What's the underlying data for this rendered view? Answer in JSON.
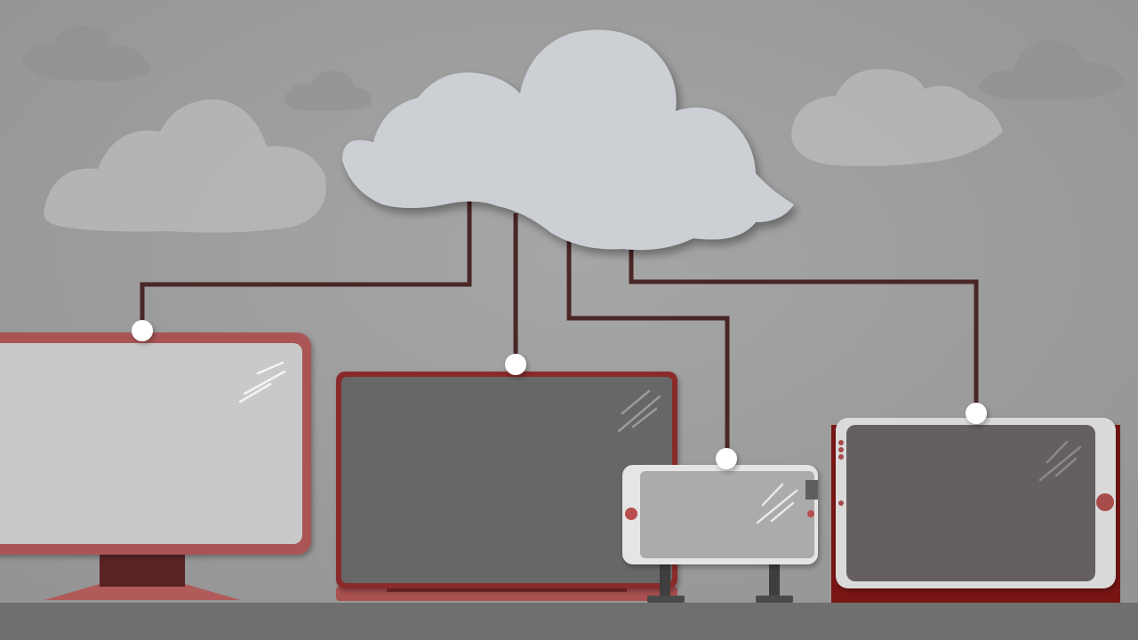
{
  "scene": {
    "kind": "illustration",
    "subject": "cloud-connected-devices",
    "colors": {
      "background": "#9d9d9d",
      "cloud_main": "#ccd0d5",
      "cloud_bg": "#aeb0b0",
      "wire": "#4a2626",
      "node": "#ffffff",
      "accent_red": "#a94f4f",
      "dark_red": "#7a1f1f",
      "screen_dark": "#676767",
      "screen_light": "#c9c9c9",
      "floor": "#6f6f6f"
    },
    "devices": [
      {
        "type": "desktop-monitor",
        "icon": "monitor-icon"
      },
      {
        "type": "laptop",
        "icon": "laptop-icon"
      },
      {
        "type": "smartphone-landscape",
        "icon": "phone-icon"
      },
      {
        "type": "tablet",
        "icon": "tablet-icon"
      }
    ]
  }
}
